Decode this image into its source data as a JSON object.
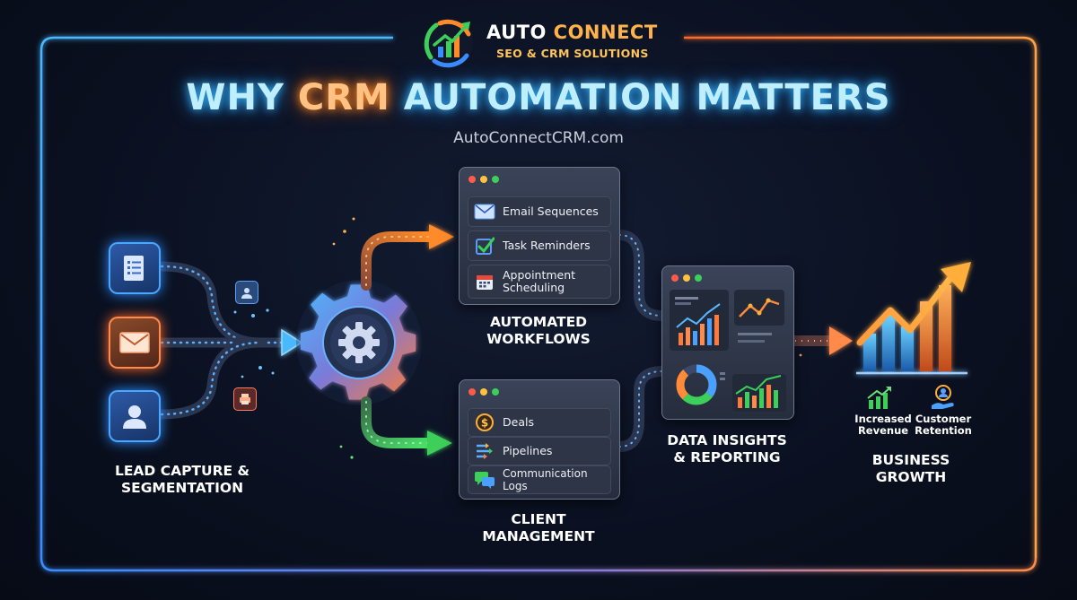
{
  "brand": {
    "name_part1": "AUTO",
    "name_part2": "CONNECT",
    "tagline": "SEO & CRM SOLUTIONS"
  },
  "title": {
    "part1": "WHY",
    "part2": "CRM",
    "part3": "AUTOMATION MATTERS"
  },
  "website": "AutoConnectCRM.com",
  "stages": {
    "lead_capture": {
      "line1": "LEAD CAPTURE &",
      "line2": "SEGMENTATION"
    },
    "automated_workflows": {
      "line1": "AUTOMATED",
      "line2": "WORKFLOWS",
      "items": [
        {
          "label": "Email Sequences",
          "icon": "envelope-icon"
        },
        {
          "label": "Task Reminders",
          "icon": "checkbox-icon"
        },
        {
          "label_line1": "Appointment",
          "label_line2": "Scheduling",
          "icon": "calendar-icon"
        }
      ]
    },
    "client_management": {
      "line1": "CLIENT",
      "line2": "MANAGEMENT",
      "items": [
        {
          "label": "Deals",
          "icon": "dollar-coin-icon"
        },
        {
          "label": "Pipelines",
          "icon": "pipeline-icon"
        },
        {
          "label": "Communication Logs",
          "icon": "chat-bubbles-icon"
        }
      ]
    },
    "data_insights": {
      "line1": "DATA INSIGHTS",
      "line2": "& REPORTING"
    },
    "business_growth": {
      "line1": "BUSINESS",
      "line2": "GROWTH",
      "metrics": [
        {
          "line1": "Increased",
          "line2": "Revenue",
          "icon": "bar-growth-icon"
        },
        {
          "line1": "Customer",
          "line2": "Retention",
          "icon": "customer-hand-icon"
        }
      ]
    }
  },
  "colors": {
    "accent_blue": "#36b8ff",
    "accent_orange": "#ff8a2a",
    "accent_green": "#3ccf5a",
    "panel_bg": "#2b3344"
  }
}
